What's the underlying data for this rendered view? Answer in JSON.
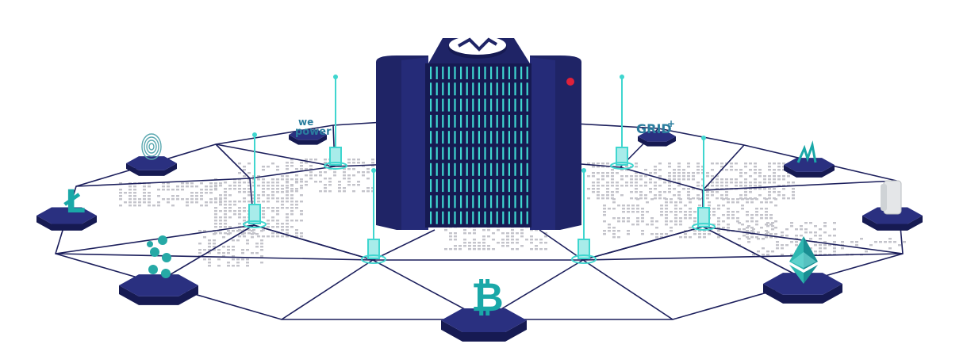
{
  "colors": {
    "navy": "#1f2466",
    "navy_dark": "#161a52",
    "navy_side": "#2a3080",
    "teal": "#3fd6cf",
    "teal_dark": "#1aa8a8",
    "map_dots": "#bdbdc4",
    "status_red": "#e0213a",
    "line": "#1c1f5c"
  },
  "server": {
    "status_light": "red",
    "top_logo": "chart-zigzag-logo"
  },
  "nodes": [
    {
      "id": "litecoin",
      "icon": "litecoin-icon",
      "glyph": "Ł"
    },
    {
      "id": "fingerprint",
      "icon": "fingerprint-icon"
    },
    {
      "id": "wepower",
      "icon": "wepower-logo",
      "line1": "we",
      "line2": "power"
    },
    {
      "id": "iota",
      "icon": "iota-icon"
    },
    {
      "id": "bitcoin",
      "icon": "bitcoin-icon",
      "glyph": "₿"
    },
    {
      "id": "grid",
      "icon": "grid-plus-logo",
      "text": "GRID",
      "sup": "+"
    },
    {
      "id": "neblio",
      "icon": "neblio-icon",
      "glyph": "ᛗ"
    },
    {
      "id": "ledger",
      "icon": "ledger-coin-icon"
    },
    {
      "id": "ethereum",
      "icon": "ethereum-icon"
    }
  ]
}
